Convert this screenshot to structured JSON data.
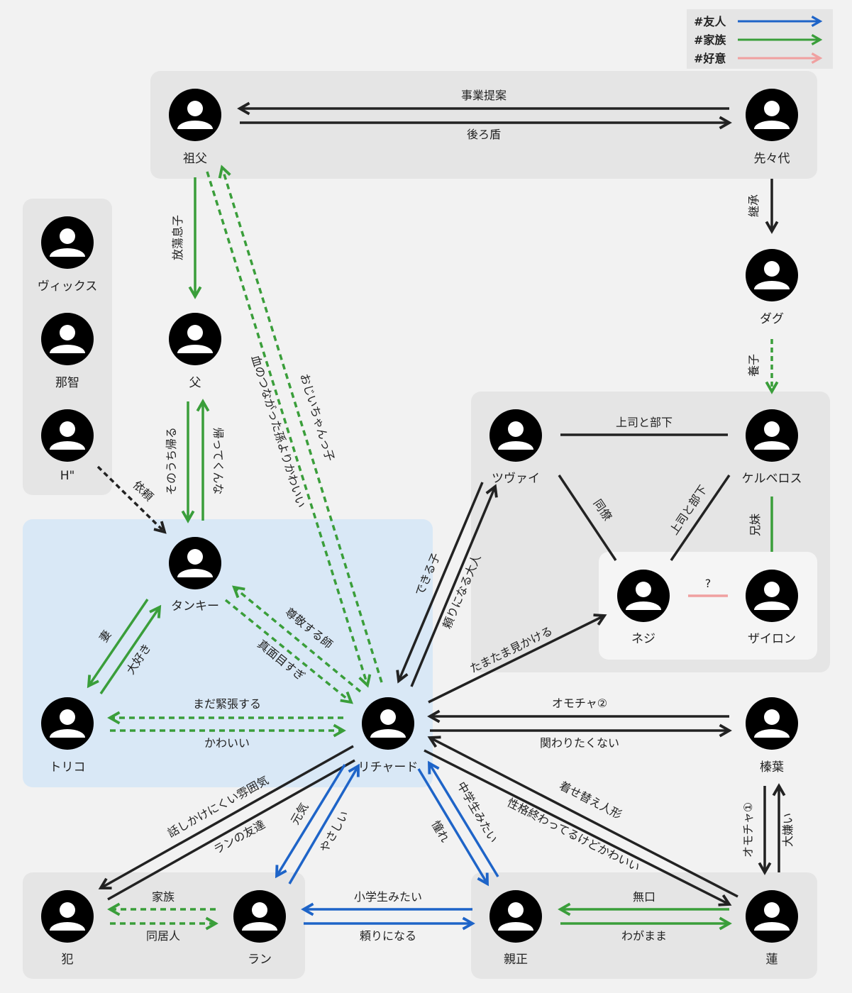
{
  "legend": [
    {
      "label": "#友人",
      "color": "#1e64c8"
    },
    {
      "label": "#家族",
      "color": "#3a9e3a"
    },
    {
      "label": "#好意",
      "color": "#f0a0a0"
    }
  ],
  "nodes": {
    "sofu": "祖父",
    "senseidai": "先々代",
    "dagu": "ダグ",
    "chichi": "父",
    "vix": "ヴィックス",
    "nachi": "那智",
    "h": "H\"",
    "tanky": "タンキー",
    "toriko": "トリコ",
    "richard": "リチャード",
    "zwei": "ツヴァイ",
    "kerberos": "ケルベロス",
    "neji": "ネジ",
    "zairon": "ザイロン",
    "hashiba": "榛葉",
    "han": "犯",
    "ran": "ラン",
    "shinsei": "親正",
    "ren": "蓮"
  },
  "edges": {
    "jigyo": "事業提案",
    "ushiro": "後ろ盾",
    "keisho": "継承",
    "yoshi": "養子",
    "houtou": "放蕩息子",
    "sonouchi": "そのうち帰る",
    "kaettekuna": "帰ってくんな",
    "ojii": "おじいちゃんっ子",
    "chi": "血のつながった孫よりかわいい",
    "irai": "依頼",
    "tsuma": "妻",
    "daisuki": "大好き",
    "sonkei": "尊敬する師",
    "majime": "真面目すぎ",
    "kincho": "まだ緊張する",
    "kawaii": "かわいい",
    "jobu": "上司と部下",
    "doryo": "同僚",
    "jobu2": "上司と部下",
    "kyodai": "兄妹",
    "hatena": "?",
    "dekiruko": "できる子",
    "tayori_otona": "頼りになる大人",
    "tamatama": "たまたま見かける",
    "omocha2": "オモチャ②",
    "kakawari": "関わりたくない",
    "omocha1": "オモチャ①",
    "daikirai": "大嫌い",
    "hanashi": "話しかけにくい雰囲気",
    "ran_tomo": "ランの友達",
    "genki": "元気",
    "yasashii": "やさしい",
    "chugaku": "中学生みたい",
    "akogare": "憧れ",
    "kigae": "着せ替え人形",
    "seikaku": "性格終わってるけどかわいい",
    "kazoku": "家族",
    "dokyo": "同居人",
    "shogaku": "小学生みたい",
    "tayori": "頼りになる",
    "mukuchi": "無口",
    "wagamama": "わがまま"
  },
  "colors": {
    "black": "#222222",
    "green": "#3a9e3a",
    "blue": "#1e64c8",
    "pink": "#f0a0a0"
  }
}
